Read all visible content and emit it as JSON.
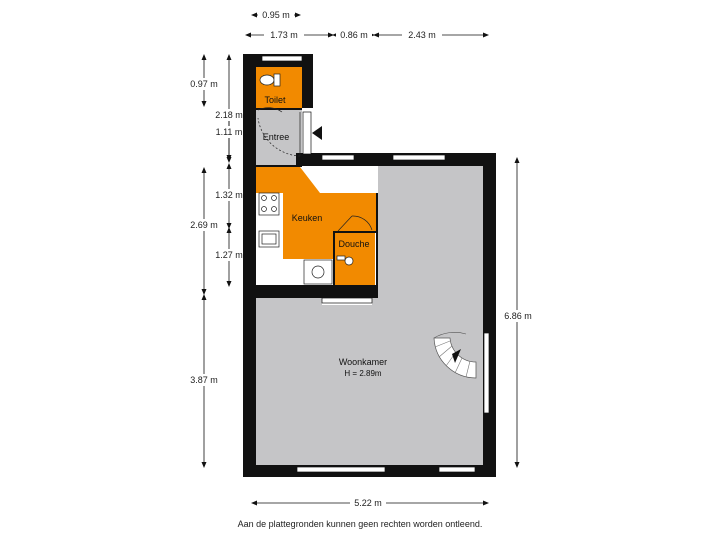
{
  "rooms": {
    "toilet": "Toilet",
    "entree": "Entree",
    "keuken": "Keuken",
    "douche": "Douche",
    "woonkamer": "Woonkamer",
    "woonkamer_height": "H = 2.89m"
  },
  "dimensions": {
    "top_0": "0.95 m",
    "top_1": "1.73 m",
    "top_2": "0.86 m",
    "top_3": "2.43 m",
    "left_outer_0": "0.97 m",
    "left_outer_1": "2.69 m",
    "left_outer_2": "3.87 m",
    "left_inner_0": "2.18 m",
    "left_inner_1": "1.11 m",
    "left_inner_2": "1.32 m",
    "left_inner_3": "1.27 m",
    "right": "6.86 m",
    "bottom": "5.22 m"
  },
  "colors": {
    "wall": "#111111",
    "floor_grey": "#c5c5c7",
    "wet_orange": "#f28a00",
    "window": "#ffffff"
  },
  "disclaimer": "Aan de plattegronden kunnen geen rechten worden ontleend."
}
